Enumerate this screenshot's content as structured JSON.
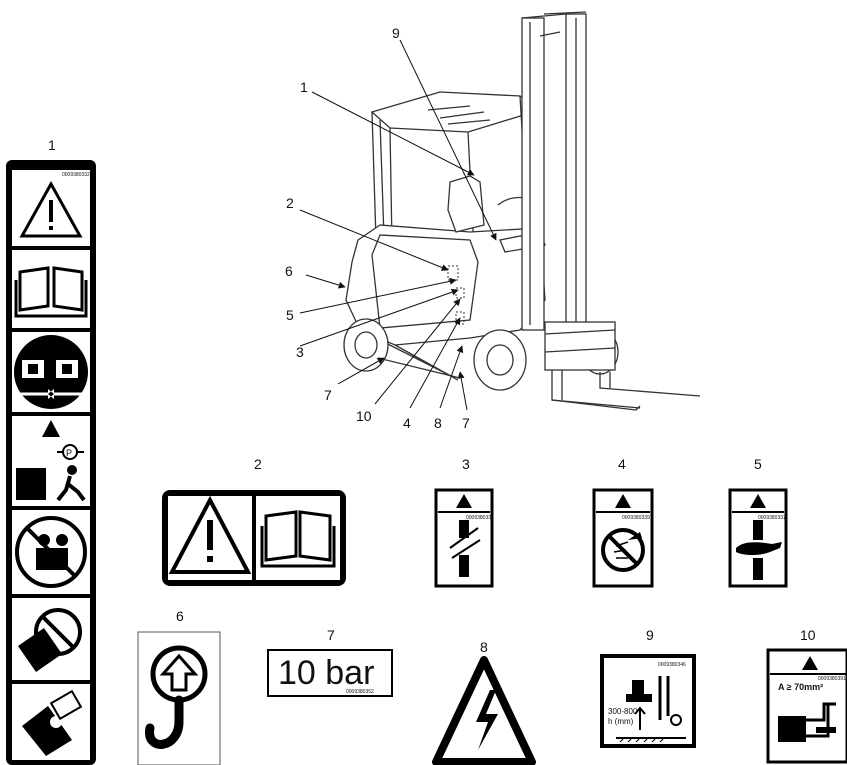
{
  "callouts": {
    "truck": {
      "n1": "1",
      "n2": "2",
      "n3": "3",
      "n4": "4",
      "n5": "5",
      "n6": "6",
      "n7a": "7",
      "n7b": "7",
      "n8": "8",
      "n9": "9",
      "n10": "10"
    },
    "labels": {
      "n1": "1",
      "n2": "2",
      "n3": "3",
      "n4": "4",
      "n5": "5",
      "n6": "6",
      "n7": "7",
      "n8": "8",
      "n9": "9",
      "n10": "10"
    }
  },
  "label_codes": {
    "label1": "0009380332",
    "label3": "0009380338",
    "label4": "0009380339",
    "label5": "0009380337",
    "label7": "0009380352",
    "label9": "0009380346",
    "label10": "0009380391"
  },
  "label7": {
    "text": "10 bar"
  },
  "label9": {
    "range": "300-800",
    "unit": "h (mm)"
  },
  "label10": {
    "text": "A ≥ 70mm²"
  },
  "colors": {
    "ink": "#111111",
    "background": "#ffffff"
  }
}
